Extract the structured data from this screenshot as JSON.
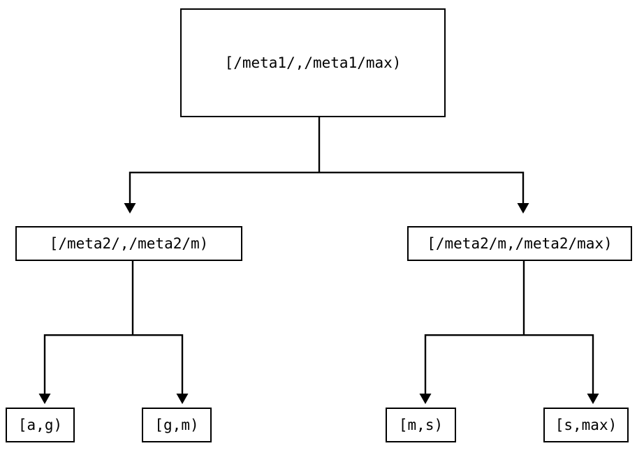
{
  "diagram": {
    "type": "binary-tree",
    "title": "",
    "background_color": "#ffffff",
    "line_color": "#000000",
    "text_color": "#000000",
    "nodes": {
      "root": {
        "label": "[/meta1/,/meta1/max)",
        "level": 0
      },
      "mid_left": {
        "label": "[/meta2/,/meta2/m)",
        "level": 1
      },
      "mid_right": {
        "label": "[/meta2/m,/meta2/max)",
        "level": 1
      },
      "leaf_1": {
        "label": "[a,g)",
        "level": 2
      },
      "leaf_2": {
        "label": "[g,m)",
        "level": 2
      },
      "leaf_3": {
        "label": "[m,s)",
        "level": 2
      },
      "leaf_4": {
        "label": "[s,max)",
        "level": 2
      }
    },
    "edges": [
      {
        "from": "root",
        "to": "mid_left",
        "arrow": "down-triangle"
      },
      {
        "from": "root",
        "to": "mid_right",
        "arrow": "down-triangle"
      },
      {
        "from": "mid_left",
        "to": "leaf_1",
        "arrow": "down-triangle"
      },
      {
        "from": "mid_left",
        "to": "leaf_2",
        "arrow": "down-triangle"
      },
      {
        "from": "mid_right",
        "to": "leaf_3",
        "arrow": "down-triangle"
      },
      {
        "from": "mid_right",
        "to": "leaf_4",
        "arrow": "down-triangle"
      }
    ]
  }
}
